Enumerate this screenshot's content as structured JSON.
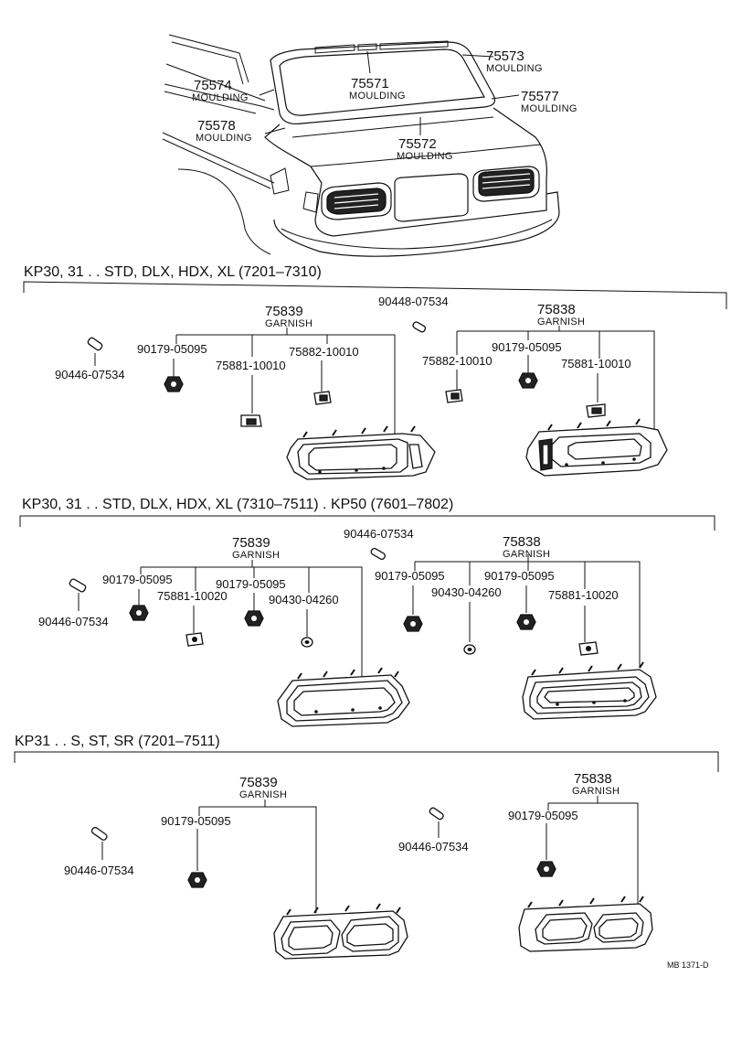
{
  "top": {
    "callouts": [
      {
        "num": "75573",
        "name": "MOULDING"
      },
      {
        "num": "75571",
        "name": "MOULDING"
      },
      {
        "num": "75574",
        "name": "MOULDING"
      },
      {
        "num": "75577",
        "name": "MOULDING"
      },
      {
        "num": "75578",
        "name": "MOULDING"
      },
      {
        "num": "75572",
        "name": "MOULDING"
      }
    ]
  },
  "sections": [
    {
      "header": "KP30, 31 . . STD, DLX, HDX, XL (7201–7310)",
      "center_pin": "90448-07534",
      "left": {
        "num": "75839",
        "name": "GARNISH",
        "pin": "90446-07534",
        "nut": "90179-05095",
        "clipA": "75881-10010",
        "clipB": "75882-10010"
      },
      "right": {
        "num": "75838",
        "name": "GARNISH",
        "clipB": "75882-10010",
        "nut": "90179-05095",
        "clipA": "75881-10010"
      }
    },
    {
      "header": "KP30, 31 . . STD, DLX, HDX, XL (7310–7511) . KP50 (7601–7802)",
      "center_pin": "90446-07534",
      "left": {
        "num": "75839",
        "name": "GARNISH",
        "pin": "90446-07534",
        "nut1": "90179-05095",
        "clip": "75881-10020",
        "nut2": "90179-05095",
        "grommet": "90430-04260"
      },
      "right": {
        "num": "75838",
        "name": "GARNISH",
        "nut1": "90179-05095",
        "grommet": "90430-04260",
        "nut2": "90179-05095",
        "clip": "75881-10020"
      }
    },
    {
      "header": "KP31 . . S, ST, SR (7201–7511)",
      "center_pin": "90446-07534",
      "left": {
        "num": "75839",
        "name": "GARNISH",
        "pin": "90446-07534",
        "nut": "90179-05095"
      },
      "right": {
        "num": "75838",
        "name": "GARNISH",
        "nut": "90179-05095"
      }
    }
  ],
  "footer_code": "MB 1371-D"
}
